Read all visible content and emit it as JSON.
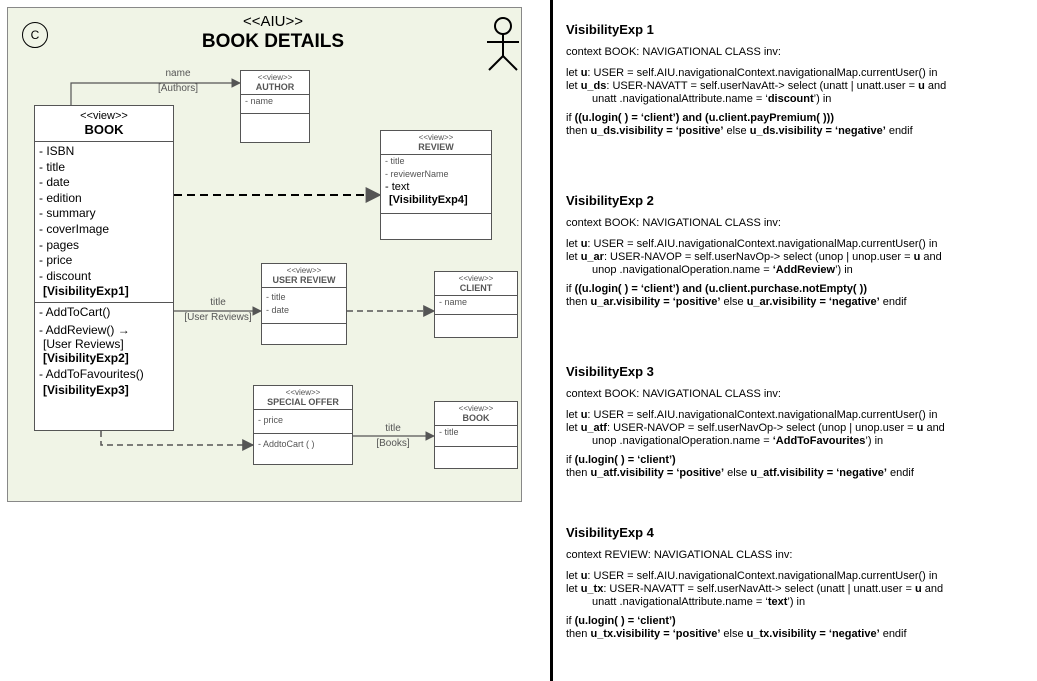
{
  "diagram": {
    "label": "C",
    "stereotype": "<<AIU>>",
    "title": "BOOK DETAILS",
    "book": {
      "stereotype": "<<view>>",
      "name": "BOOK",
      "attributes": [
        "- ISBN",
        "- title",
        "- date",
        "- edition",
        "- summary",
        "- coverImage",
        "- pages",
        "- price",
        "- discount"
      ],
      "attr_visibility": "[VisibilityExp1]",
      "op1": "- AddToCart()",
      "op2": "- AddReview() →",
      "op2_target": "[User Reviews]",
      "op2_visibility": "[VisibilityExp2]",
      "op3": "- AddToFavourites()",
      "op3_visibility": "[VisibilityExp3]"
    },
    "author": {
      "stereotype": "<<view>>",
      "name": "AUTHOR",
      "attributes": [
        "- name"
      ]
    },
    "review": {
      "stereotype": "<<view>>",
      "name": "REVIEW",
      "attributes": [
        "- title",
        "- reviewerName",
        "- text"
      ],
      "visibility": "[VisibilityExp4]"
    },
    "user_review": {
      "stereotype": "<<view>>",
      "name": "USER REVIEW",
      "attributes": [
        "- title",
        "- date"
      ]
    },
    "client": {
      "stereotype": "<<view>>",
      "name": "CLIENT",
      "attributes": [
        "- name"
      ]
    },
    "special_offer": {
      "stereotype": "<<view>>",
      "name": "SPECIAL OFFER",
      "attributes": [
        "- price"
      ],
      "operations": [
        "- AddtoCart ( )"
      ]
    },
    "book2": {
      "stereotype": "<<view>>",
      "name": "BOOK",
      "attributes": [
        "- title"
      ]
    },
    "links": {
      "book_author": {
        "name": "name",
        "target": "[Authors]"
      },
      "book_user_review": {
        "name": "title",
        "target": "[User Reviews]"
      },
      "special_offer_book": {
        "name": "title",
        "target": "[Books]"
      }
    }
  },
  "expressions": [
    {
      "title": "VisibilityExp 1",
      "context": "context BOOK: NAVIGATIONAL CLASS inv:",
      "let1_pre": "let ",
      "let1_var": "u",
      "let1_rest": ": USER =   self.AIU.navigationalContext.navigationalMap.currentUser() in",
      "let2_pre": "let ",
      "let2_var": "u_ds",
      "let2_rest": ": USER-NAVATT = self.userNavAtt-> select (unatt | unatt.user = ",
      "let2_u": "u",
      "let2_end": " and",
      "line3_pre": "unatt  .navigationalAttribute.name = ‘",
      "line3_bold": "discount",
      "line3_end": "’) in",
      "if_pre": "if ",
      "if_cond": "((u.login( ) = ‘client’) and (u.client.payPremium( )))",
      "then_pre": "then ",
      "then_var": "u_ds.visibility = ‘positive’",
      "then_mid": " else ",
      "then_else": "u_ds.visibility = ‘negative’",
      "then_end": " endif"
    },
    {
      "title": "VisibilityExp 2",
      "context": "context BOOK: NAVIGATIONAL CLASS inv:",
      "let1_pre": "let ",
      "let1_var": "u",
      "let1_rest": ": USER =   self.AIU.navigationalContext.navigationalMap.currentUser() in",
      "let2_pre": "let ",
      "let2_var": "u_ar",
      "let2_rest": ": USER-NAVOP = self.userNavOp-> select (unop | unop.user = ",
      "let2_u": "u",
      "let2_end": " and",
      "line3_pre": "unop  .navigationalOperation.name = ",
      "line3_bold": "‘AddReview",
      "line3_end": "’) in",
      "if_pre": "if  ",
      "if_cond": "((u.login( ) = ‘client’) and (u.client.purchase.notEmpty( ))",
      "then_pre": "then ",
      "then_var": "u_ar.visibility = ‘positive’",
      "then_mid": " else ",
      "then_else": "u_ar.visibility = ‘negative’",
      "then_end": " endif"
    },
    {
      "title": "VisibilityExp 3",
      "context": "context BOOK: NAVIGATIONAL CLASS inv:",
      "let1_pre": "let ",
      "let1_var": "u",
      "let1_rest": ": USER =   self.AIU.navigationalContext.navigationalMap.currentUser() in",
      "let2_pre": "let ",
      "let2_var": "u_atf",
      "let2_rest": ": USER-NAVOP = self.userNavOp-> select (unop | unop.user = ",
      "let2_u": "u",
      "let2_end": " and",
      "line3_pre": "unop  .navigationalOperation.name = ",
      "line3_bold": "‘AddToFavourites",
      "line3_end": "’) in",
      "if_pre": "if ",
      "if_cond": "(u.login( ) = ‘client’)",
      "then_pre": "then ",
      "then_var": "u_atf.visibility = ‘positive’",
      "then_mid": " else ",
      "then_else": "u_atf.visibility = ‘negative’",
      "then_end": " endif"
    },
    {
      "title": "VisibilityExp 4",
      "context": "context REVIEW: NAVIGATIONAL CLASS inv:",
      "let1_pre": "let ",
      "let1_var": "u",
      "let1_rest": ": USER =   self.AIU.navigationalContext.navigationalMap.currentUser() in",
      "let2_pre": "let ",
      "let2_var": "u_tx",
      "let2_rest": ": USER-NAVATT = self.userNavAtt-> select (unatt | unatt.user = ",
      "let2_u": "u",
      "let2_end": " and",
      "line3_pre": "unatt  .navigationalAttribute.name = ‘",
      "line3_bold": "text",
      "line3_end": "’) in",
      "if_pre": "if ",
      "if_cond": "(u.login( ) = ‘client’)",
      "then_pre": "then ",
      "then_var": "u_tx.visibility = ‘positive’",
      "then_mid": " else ",
      "then_else": "u_tx.visibility = ‘negative’",
      "then_end": " endif"
    }
  ]
}
